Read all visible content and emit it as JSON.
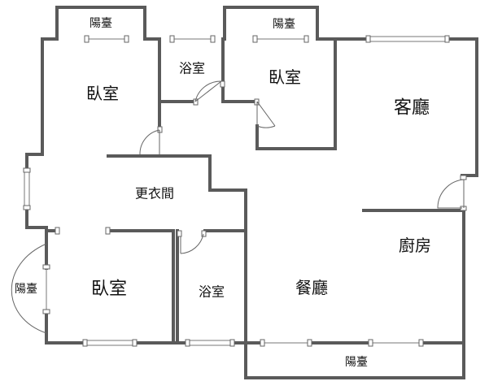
{
  "rooms": {
    "balcony_top_left": "陽臺",
    "balcony_top_mid": "陽臺",
    "bedroom_top_left": "臥室",
    "bathroom_top": "浴室",
    "bedroom_top_mid": "臥室",
    "living_room": "客廳",
    "walk_in_closet": "更衣間",
    "kitchen": "廚房",
    "balcony_left": "陽臺",
    "bedroom_bottom_left": "臥室",
    "bathroom_bottom": "浴室",
    "dining_room": "餐廳",
    "balcony_bottom": "陽臺"
  }
}
